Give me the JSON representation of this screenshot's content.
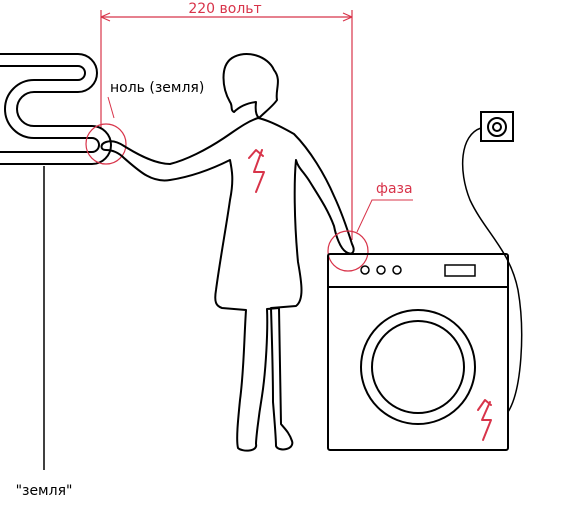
{
  "labels": {
    "voltage": "220 вольт",
    "neutral": "ноль (земля)",
    "phase": "фаза",
    "ground": "\"земля\""
  },
  "colors": {
    "outline": "#000000",
    "accent": "#d8344a",
    "background": "#ffffff"
  },
  "icons": [
    "lightning-bolt-icon",
    "power-outlet-icon"
  ]
}
